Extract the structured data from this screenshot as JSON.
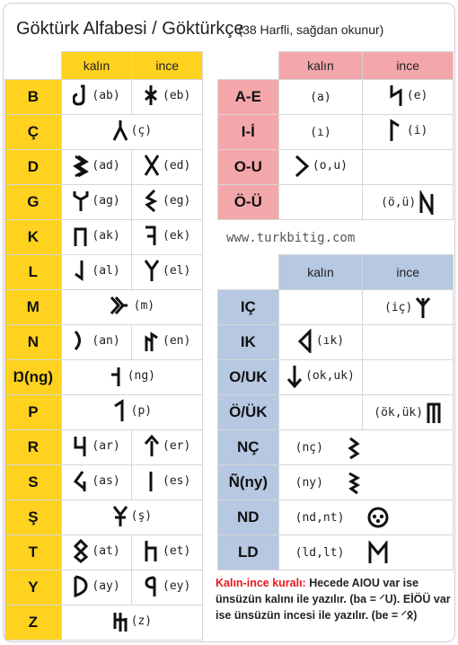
{
  "title": "Göktürk Alfabesi  / Göktürkçe",
  "subtitle": "(38 Harfli, sağdan okunur)",
  "website": "www.turkbitig.com",
  "colors": {
    "yellow": "#ffd21f",
    "pink": "#f4a7ab",
    "blue": "#b6c8e2",
    "rule_red": "#e8171b"
  },
  "left_table": {
    "header": {
      "kalin": "kalın",
      "ince": "ince"
    },
    "rows": [
      {
        "letter": "B",
        "kalin_icon": "bab-glyph",
        "kalin": "(ab)",
        "ince_icon": "beb-glyph",
        "ince": "(eb)"
      },
      {
        "letter": "Ç",
        "shared_icon": "ch-glyph",
        "shared": "(ç)"
      },
      {
        "letter": "D",
        "kalin_icon": "dad-glyph",
        "kalin": "(ad)",
        "ince_icon": "ded-glyph",
        "ince": "(ed)"
      },
      {
        "letter": "G",
        "kalin_icon": "gag-glyph",
        "kalin": "(ag)",
        "ince_icon": "geg-glyph",
        "ince": "(eg)"
      },
      {
        "letter": "K",
        "kalin_icon": "kak-glyph",
        "kalin": "(ak)",
        "ince_icon": "kek-glyph",
        "ince": "(ek)"
      },
      {
        "letter": "L",
        "kalin_icon": "lal-glyph",
        "kalin": "(al)",
        "ince_icon": "lel-glyph",
        "ince": "(el)"
      },
      {
        "letter": "M",
        "shared_icon": "m-glyph",
        "shared": "(m)"
      },
      {
        "letter": "N",
        "kalin_icon": "nan-glyph",
        "kalin": "(an)",
        "ince_icon": "nen-glyph",
        "ince": "(en)"
      },
      {
        "letter": "Ŋ(ng)",
        "shared_icon": "ng-glyph",
        "shared": "(ng)"
      },
      {
        "letter": "P",
        "shared_icon": "p-glyph",
        "shared": "(p)"
      },
      {
        "letter": "R",
        "kalin_icon": "rar-glyph",
        "kalin": "(ar)",
        "ince_icon": "rer-glyph",
        "ince": "(er)"
      },
      {
        "letter": "S",
        "kalin_icon": "sas-glyph",
        "kalin": "(as)",
        "ince_icon": "ses-glyph",
        "ince": "(es)"
      },
      {
        "letter": "Ş",
        "shared_icon": "sh-glyph",
        "shared": "(ş)"
      },
      {
        "letter": "T",
        "kalin_icon": "tat-glyph",
        "kalin": "(at)",
        "ince_icon": "tet-glyph",
        "ince": "(et)"
      },
      {
        "letter": "Y",
        "kalin_icon": "yay-glyph",
        "kalin": "(ay)",
        "ince_icon": "yey-glyph",
        "ince": "(ey)"
      },
      {
        "letter": "Z",
        "shared_icon": "z-glyph",
        "shared": "(z)"
      }
    ]
  },
  "vowel_table": {
    "header": {
      "kalin": "kalın",
      "ince": "ince"
    },
    "rows": [
      {
        "letter": "A-E",
        "kalin": "(a)",
        "ince_icon": "ae-glyph",
        "ince": "(e)"
      },
      {
        "letter": "I-İ",
        "kalin": "(ı)",
        "ince_icon": "ii-glyph",
        "ince": "(i)"
      },
      {
        "letter": "O-U",
        "kalin_icon": "ou-glyph",
        "kalin": "(o,u)",
        "ince": ""
      },
      {
        "letter": "Ö-Ü",
        "kalin": "",
        "ince": "(ö,ü)",
        "ince_icon": "ou2-glyph"
      }
    ]
  },
  "compound_table": {
    "header": {
      "kalin": "kalın",
      "ince": "ince"
    },
    "rows": [
      {
        "letter": "IÇ",
        "kalin": "",
        "ince": "(iç)",
        "ince_icon": "ic-glyph"
      },
      {
        "letter": "IK",
        "kalin_icon": "ik-glyph",
        "kalin": "(ık)",
        "ince": ""
      },
      {
        "letter": "O/UK",
        "kalin_icon": "ok-glyph",
        "kalin": "(ok,uk)",
        "ince": ""
      },
      {
        "letter": "Ö/ÜK",
        "kalin": "",
        "ince": "(ök,ük)",
        "ince_icon": "ok2-glyph"
      },
      {
        "letter": "NÇ",
        "kalin": "(nç)",
        "kalin_icon": "nch-glyph"
      },
      {
        "letter": "Ñ(ny)",
        "kalin": "(ny)",
        "kalin_icon": "ny-glyph"
      },
      {
        "letter": "ND",
        "kalin": "(nd,nt)",
        "kalin_icon": "nd-glyph"
      },
      {
        "letter": "LD",
        "kalin": "(ld,lt)",
        "kalin_icon": "ld-glyph"
      }
    ]
  },
  "rule": {
    "label": "Kalın-ince kuralı:",
    "text": " Hecede AIOU var ise ünsüzün kalını ile yazılır. (ba = ⸍ᑌ).  EİÖÜ var ise ünsüzün incesi ile yazılır. (be = ⸍𐰋)"
  }
}
